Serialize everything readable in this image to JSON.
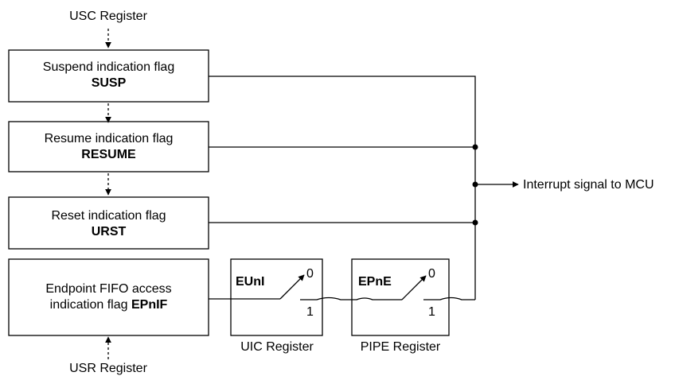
{
  "top_register": "USC Register",
  "bottom_register": "USR Register",
  "flags": [
    {
      "name": "Suspend indication flag",
      "code": "SUSP"
    },
    {
      "name": "Resume indication flag",
      "code": "RESUME"
    },
    {
      "name": "Reset indication flag",
      "code": "URST"
    }
  ],
  "fifo_flag": {
    "line1": "Endpoint FIFO access",
    "line2_prefix": "indication flag ",
    "code": "EPnIF"
  },
  "uic_switch": {
    "label": "EUnI",
    "pos0": "0",
    "pos1": "1",
    "register": "UIC Register"
  },
  "pipe_switch": {
    "label": "EPnE",
    "pos0": "0",
    "pos1": "1",
    "register": "PIPE Register"
  },
  "output": "Interrupt signal to MCU"
}
